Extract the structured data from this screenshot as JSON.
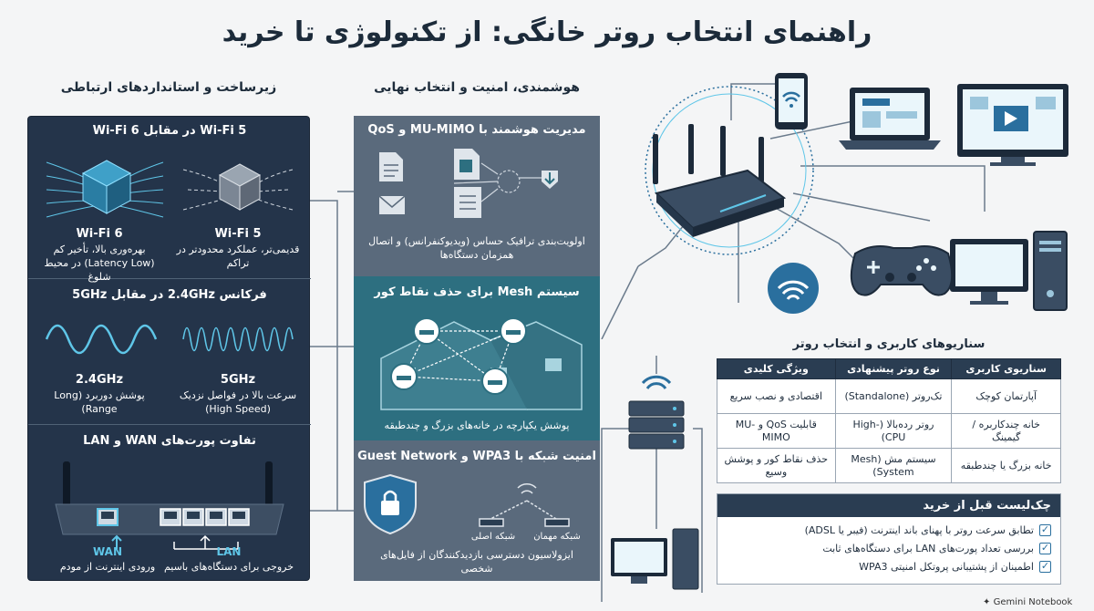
{
  "title": "راهنمای انتخاب روتر خانگی: از تکنولوژی تا خرید",
  "left_column": {
    "heading": "زیرساخت و استانداردهای ارتباطی",
    "wifi_panel": {
      "title": "Wi-Fi 5 در مقابل Wi-Fi 6",
      "wifi6_name": "Wi-Fi 6",
      "wifi6_desc": "بهره‌وری بالا، تأخیر کم (Latency Low) در محیط شلوغ",
      "wifi5_name": "Wi-Fi 5",
      "wifi5_desc": "قدیمی‌تر، عملکرد محدودتر در تراکم"
    },
    "freq_panel": {
      "title": "فرکانس 2.4GHz در مقابل 5GHz",
      "f24_name": "2.4GHz",
      "f24_desc": "پوشش دوربرد (Long Range)",
      "f5_name": "5GHz",
      "f5_desc": "سرعت بالا در فواصل نزدیک (High Speed)"
    },
    "ports_panel": {
      "title": "تفاوت پورت‌های WAN و LAN",
      "wan_label": "WAN",
      "wan_desc": "ورودی اینترنت از مودم",
      "lan_label": "LAN",
      "lan_desc": "خروجی برای دستگاه‌های باسیم"
    }
  },
  "mid_column": {
    "heading": "هوشمندی، امنیت و انتخاب نهایی",
    "qos_panel": {
      "title": "مدیریت هوشمند با MU-MIMO و QoS",
      "desc": "اولویت‌بندی ترافیک حساس (ویدیوکنفرانس) و اتصال همزمان دستگاه‌ها"
    },
    "mesh_panel": {
      "title": "سیستم Mesh برای حذف نقاط کور",
      "desc": "پوشش یکپارچه در خانه‌های بزرگ و چندطبقه"
    },
    "security_panel": {
      "title": "امنیت شبکه با WPA3 و Guest Network",
      "main_net": "شبکه اصلی",
      "guest_net": "شبکه مهمان",
      "desc": "ایزولاسیون دسترسی بازدیدکنندگان از فایل‌های شخصی"
    }
  },
  "scenarios": {
    "heading": "سناریوهای کاربری و انتخاب روتر",
    "headers": [
      "سناریوی کاربری",
      "نوع روتر پیشنهادی",
      "ویژگی کلیدی"
    ],
    "rows": [
      [
        "آپارتمان کوچک",
        "تک‌روتر (Standalone)",
        "اقتصادی و نصب سریع"
      ],
      [
        "خانه چندکاربره / گیمینگ",
        "روتر رده‌بالا (High-CPU)",
        "قابلیت QoS و MU-MIMO"
      ],
      [
        "خانه بزرگ یا چندطبقه",
        "سیستم مش (Mesh System)",
        "حذف نقاط کور و پوشش وسیع"
      ]
    ]
  },
  "checklist": {
    "title": "چک‌لیست قبل از خرید",
    "items": [
      "تطابق سرعت روتر با پهنای باند اینترنت (فیبر یا ADSL)",
      "بررسی تعداد پورت‌های LAN برای دستگاه‌های ثابت",
      "اطمینان از پشتیبانی پروتکل امنیتی WPA3"
    ],
    "check_glyph": "✓"
  },
  "watermark": "Gemini Notebook",
  "colors": {
    "dark_panel": "#24344a",
    "mid_panel": "#5a6a7c",
    "teal_panel": "#2d6f80",
    "accent_blue": "#2a6f9e",
    "cyan": "#5fc6e8"
  }
}
